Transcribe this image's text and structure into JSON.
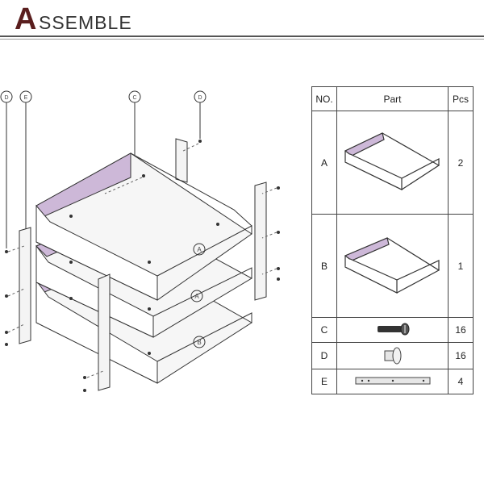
{
  "header": {
    "title_first": "A",
    "title_rest": "SSEMBLE"
  },
  "diagram": {
    "callouts": [
      "D",
      "E",
      "C",
      "D"
    ],
    "tray_labels": [
      "A",
      "A",
      "B"
    ]
  },
  "table": {
    "headers": {
      "no": "NO.",
      "part": "Part",
      "pcs": "Pcs"
    },
    "rows": [
      {
        "no": "A",
        "pcs": "2",
        "part_icon": "tray-a-icon"
      },
      {
        "no": "B",
        "pcs": "1",
        "part_icon": "tray-b-icon"
      },
      {
        "no": "C",
        "pcs": "16",
        "part_icon": "screw-icon"
      },
      {
        "no": "D",
        "pcs": "16",
        "part_icon": "bolt-icon"
      },
      {
        "no": "E",
        "pcs": "4",
        "part_icon": "bar-icon"
      }
    ]
  },
  "colors": {
    "accent_purple": "#cdb8d8",
    "title_brown": "#5a1e1e"
  }
}
